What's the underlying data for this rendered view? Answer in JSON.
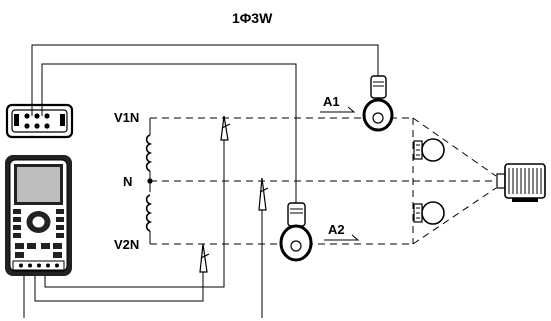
{
  "title": "1Φ3W",
  "labels": {
    "v1n": "V1N",
    "n": "N",
    "v2n": "V2N",
    "a1": "A1",
    "a2": "A2"
  },
  "icons": {
    "meter": "power-analyzer-meter-icon",
    "input_panel": "meter-input-terminal-panel-icon",
    "clamp": "current-clamp-icon",
    "voltage_probe": "voltage-clip-probe-icon",
    "lamp": "lamp-load-icon",
    "motor": "motor-load-icon",
    "coil": "transformer-winding-icon"
  }
}
